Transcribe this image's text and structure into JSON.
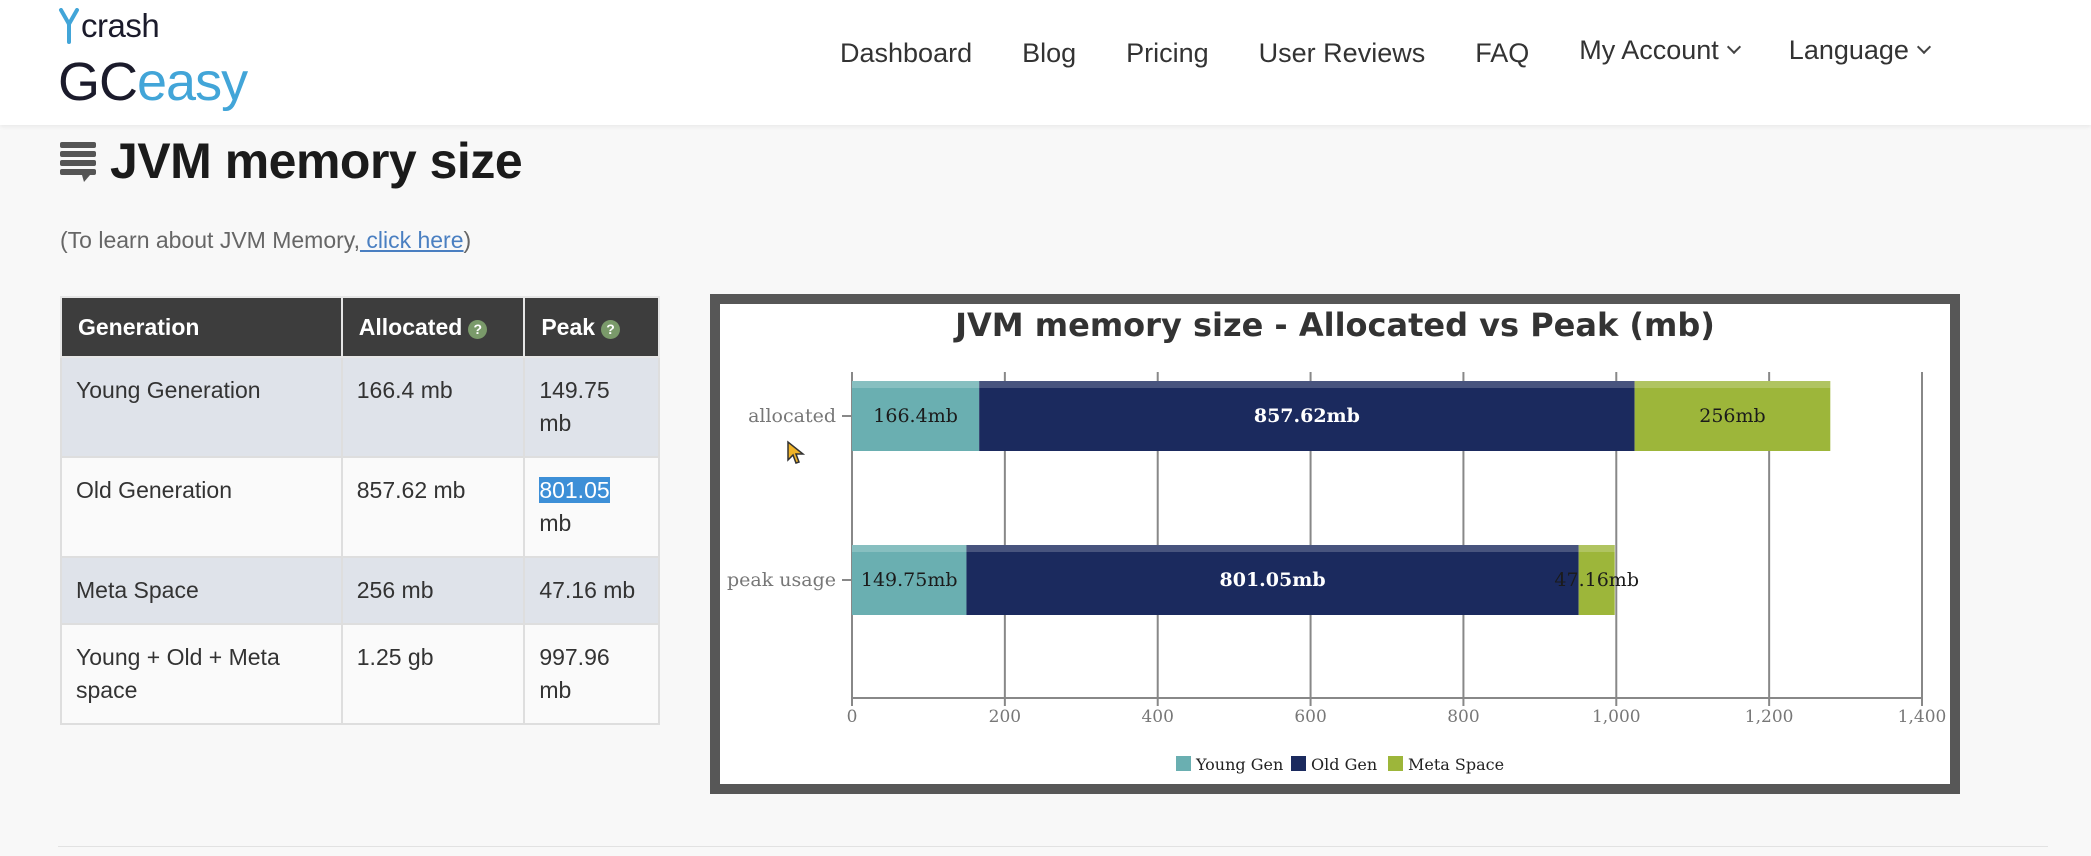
{
  "logo": {
    "brand_small": "crash",
    "brand_gc": "GC",
    "brand_easy": "easy"
  },
  "nav": {
    "items": [
      "Dashboard",
      "Blog",
      "Pricing",
      "User Reviews",
      "FAQ"
    ],
    "my_account": "My Account",
    "language": "Language"
  },
  "section": {
    "title": "JVM memory size",
    "learn_prefix": "(To learn about JVM Memory,",
    "learn_link": " click here",
    "learn_suffix": ")"
  },
  "table": {
    "headers": {
      "generation": "Generation",
      "allocated": "Allocated",
      "peak": "Peak",
      "help_glyph": "?"
    },
    "rows": [
      {
        "generation": "Young Generation",
        "allocated": "166.4 mb",
        "peak_value": "149.75",
        "peak_unit": " mb"
      },
      {
        "generation": "Old Generation",
        "allocated": "857.62 mb",
        "peak_value": "801.05",
        "peak_unit": " mb"
      },
      {
        "generation": "Meta Space",
        "allocated": "256 mb",
        "peak_value": "47.16 mb",
        "peak_unit": ""
      },
      {
        "generation": "Young + Old + Meta space",
        "allocated": "1.25 gb",
        "peak_value": "997.96",
        "peak_unit": " mb"
      }
    ]
  },
  "colors": {
    "young": "#6aafb1",
    "old": "#1b2a5e",
    "meta": "#9db63a",
    "header_dark": "#3d3d3d",
    "selection": "#3d8fd7"
  },
  "chart_data": {
    "type": "bar",
    "orientation": "horizontal",
    "stacked": true,
    "title": "JVM memory size - Allocated vs Peak (mb)",
    "categories": [
      "allocated",
      "peak usage"
    ],
    "series": [
      {
        "name": "Young Gen",
        "values": [
          166.4,
          149.75
        ],
        "labels": [
          "166.4mb",
          "149.75mb"
        ],
        "color": "#6aafb1"
      },
      {
        "name": "Old Gen",
        "values": [
          857.62,
          801.05
        ],
        "labels": [
          "857.62mb",
          "801.05mb"
        ],
        "color": "#1b2a5e"
      },
      {
        "name": "Meta Space",
        "values": [
          256,
          47.16
        ],
        "labels": [
          "256mb",
          "47.16mb"
        ],
        "color": "#9db63a"
      }
    ],
    "xlim": [
      0,
      1400
    ],
    "xticks": [
      0,
      200,
      400,
      600,
      800,
      1000,
      1200,
      1400
    ],
    "xtick_labels": [
      "0",
      "200",
      "400",
      "600",
      "800",
      "1,000",
      "1,200",
      "1,400"
    ],
    "grid": true,
    "legend": "bottom-center"
  }
}
